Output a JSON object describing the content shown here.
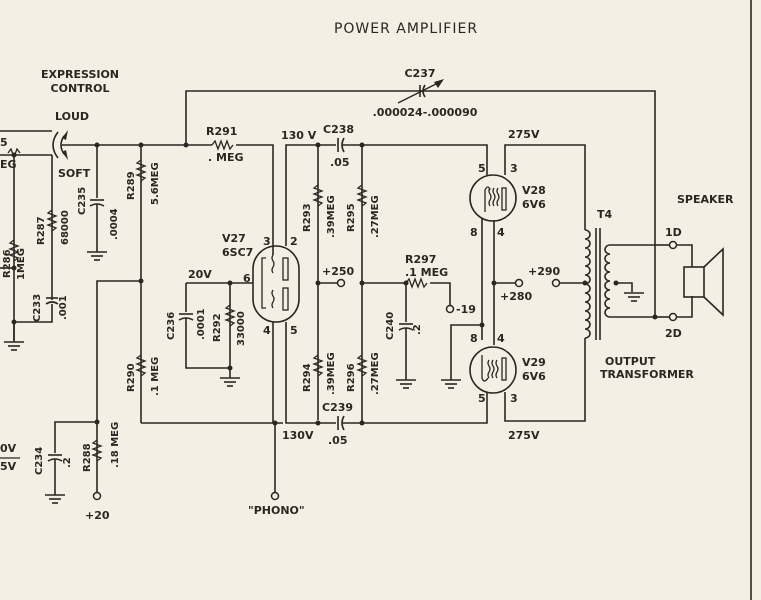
{
  "title": "POWER AMPLIFIER",
  "labels": {
    "expression_control_1": "EXPRESSION",
    "expression_control_2": "CONTROL",
    "loud": "LOUD",
    "soft": "SOFT",
    "speaker": "SPEAKER",
    "output_transformer_1": "OUTPUT",
    "output_transformer_2": "TRANSFORMER",
    "phono": "\"PHONO\"",
    "left_partial_1": "5",
    "left_partial_2": "EG",
    "left_partial_3": "0V",
    "left_partial_4": "5V"
  },
  "components": {
    "c237": {
      "name": "C237",
      "value": ".000024-.000090"
    },
    "c238": {
      "name": "C238",
      "value": ".05"
    },
    "c239": {
      "name": "C239",
      "value": ".05"
    },
    "c240": {
      "name": "C240",
      "value": ".2"
    },
    "c235": {
      "name": "C235",
      "value": ".0004"
    },
    "c233": {
      "name": "C233",
      "value": ".001"
    },
    "c234": {
      "name": "C234",
      "value": ".2"
    },
    "c236": {
      "name": "C236",
      "value": ".0001"
    },
    "r291": {
      "name": "R291",
      "value": ". MEG"
    },
    "r289": {
      "name": "R289",
      "value": "5.6MEG"
    },
    "r287": {
      "name": "R287",
      "value": "68000"
    },
    "r286": {
      "name": "R286",
      "value": "1MEG"
    },
    "r288": {
      "name": "R288",
      "value": ".18 MEG"
    },
    "r290": {
      "name": "R290",
      "value": ".1 MEG"
    },
    "r292": {
      "name": "R292",
      "value": "33000"
    },
    "r293": {
      "name": "R293",
      "value": ".39MEG"
    },
    "r294": {
      "name": "R294",
      "value": ".39MEG"
    },
    "r295": {
      "name": "R295",
      "value": ".27MEG"
    },
    "r296": {
      "name": "R296",
      "value": ".27MEG"
    },
    "r297": {
      "name": "R297",
      "value": ".1 MEG"
    },
    "v27": {
      "name": "V27",
      "type": "6SC7"
    },
    "v28": {
      "name": "V28",
      "type": "6V6"
    },
    "v29": {
      "name": "V29",
      "type": "6V6"
    },
    "t4": {
      "name": "T4"
    }
  },
  "pins": {
    "v27_3": "3",
    "v27_2": "2",
    "v27_6": "6",
    "v27_4": "4",
    "v27_5": "5",
    "v28_5": "5",
    "v28_3": "3",
    "v28_8": "8",
    "v28_4": "4",
    "v29_8": "8",
    "v29_4": "4",
    "v29_5": "5",
    "v29_3": "3",
    "spk_1": "1D",
    "spk_2": "2D"
  },
  "voltages": {
    "v130_top": "130 V",
    "v130_bot": "130V",
    "v275_top": "275V",
    "v275_bot": "275V",
    "v20": "20V",
    "v250": "+250",
    "v280": "+280",
    "v290": "+290",
    "vneg19": "-19",
    "vplus20": "+20"
  }
}
